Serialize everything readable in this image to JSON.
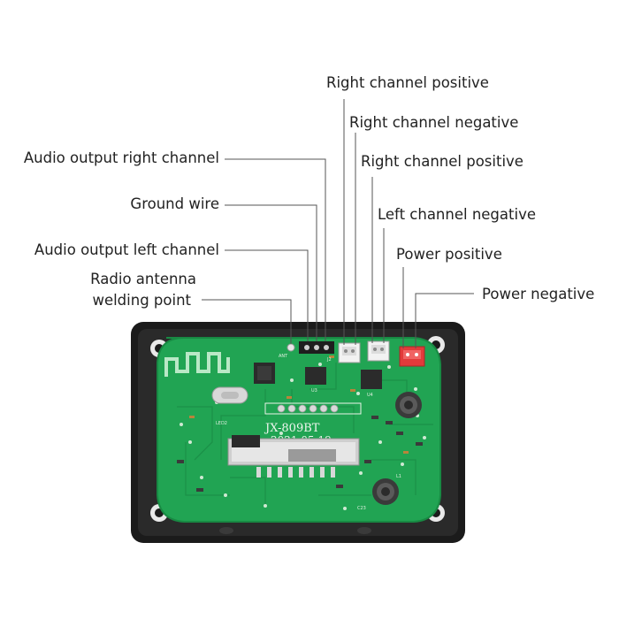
{
  "labels": {
    "right_positive_top": "Right channel positive",
    "right_negative": "Right channel negative",
    "right_positive": "Right channel positive",
    "left_negative": "Left channel negative",
    "power_positive": "Power positive",
    "power_negative": "Power negative",
    "audio_out_right": "Audio output right channel",
    "ground_wire": "Ground wire",
    "audio_out_left": "Audio output left channel",
    "antenna_line1": "Radio antenna",
    "antenna_line2": "welding point"
  },
  "board": {
    "model": "JX-809BT",
    "date": "2021.05.19",
    "silkscreen": {
      "u3": "U3",
      "u4": "U4",
      "led2": "LED2",
      "l1": "L1",
      "c23": "C23",
      "ant": "ANT",
      "j2": "J2"
    }
  },
  "colors": {
    "pcb": "#21a453",
    "bezel": "#1b1b1b",
    "leader": "#555555",
    "connector_red": "#e23b3b",
    "connector_white": "#f2f2f2"
  }
}
